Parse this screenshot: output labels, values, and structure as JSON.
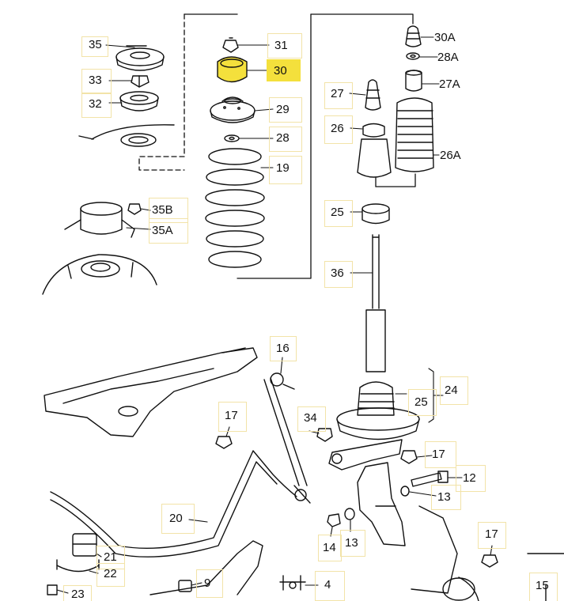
{
  "colors": {
    "line": "#111111",
    "highlight": "#f4e03c",
    "label_box": "#f2e3a8"
  },
  "callouts": [
    {
      "id": "35",
      "text": "35"
    },
    {
      "id": "33",
      "text": "33"
    },
    {
      "id": "32",
      "text": "32"
    },
    {
      "id": "31",
      "text": "31"
    },
    {
      "id": "30",
      "text": "30",
      "highlighted": true
    },
    {
      "id": "29",
      "text": "29"
    },
    {
      "id": "28",
      "text": "28"
    },
    {
      "id": "19",
      "text": "19"
    },
    {
      "id": "30A",
      "text": "30A"
    },
    {
      "id": "28A",
      "text": "28A"
    },
    {
      "id": "27A",
      "text": "27A"
    },
    {
      "id": "26A",
      "text": "26A"
    },
    {
      "id": "27",
      "text": "27"
    },
    {
      "id": "26",
      "text": "26"
    },
    {
      "id": "25a",
      "text": "25"
    },
    {
      "id": "36",
      "text": "36"
    },
    {
      "id": "35B",
      "text": "35B"
    },
    {
      "id": "35A",
      "text": "35A"
    },
    {
      "id": "16",
      "text": "16"
    },
    {
      "id": "24",
      "text": "24"
    },
    {
      "id": "25b",
      "text": "25"
    },
    {
      "id": "34",
      "text": "34"
    },
    {
      "id": "17a",
      "text": "17"
    },
    {
      "id": "17b",
      "text": "17"
    },
    {
      "id": "12",
      "text": "12"
    },
    {
      "id": "13a",
      "text": "13"
    },
    {
      "id": "20",
      "text": "20"
    },
    {
      "id": "14",
      "text": "14"
    },
    {
      "id": "13b",
      "text": "13"
    },
    {
      "id": "17c",
      "text": "17"
    },
    {
      "id": "21",
      "text": "21"
    },
    {
      "id": "22",
      "text": "22"
    },
    {
      "id": "23",
      "text": "23"
    },
    {
      "id": "9",
      "text": "9"
    },
    {
      "id": "4",
      "text": "4"
    },
    {
      "id": "15",
      "text": "15"
    }
  ]
}
